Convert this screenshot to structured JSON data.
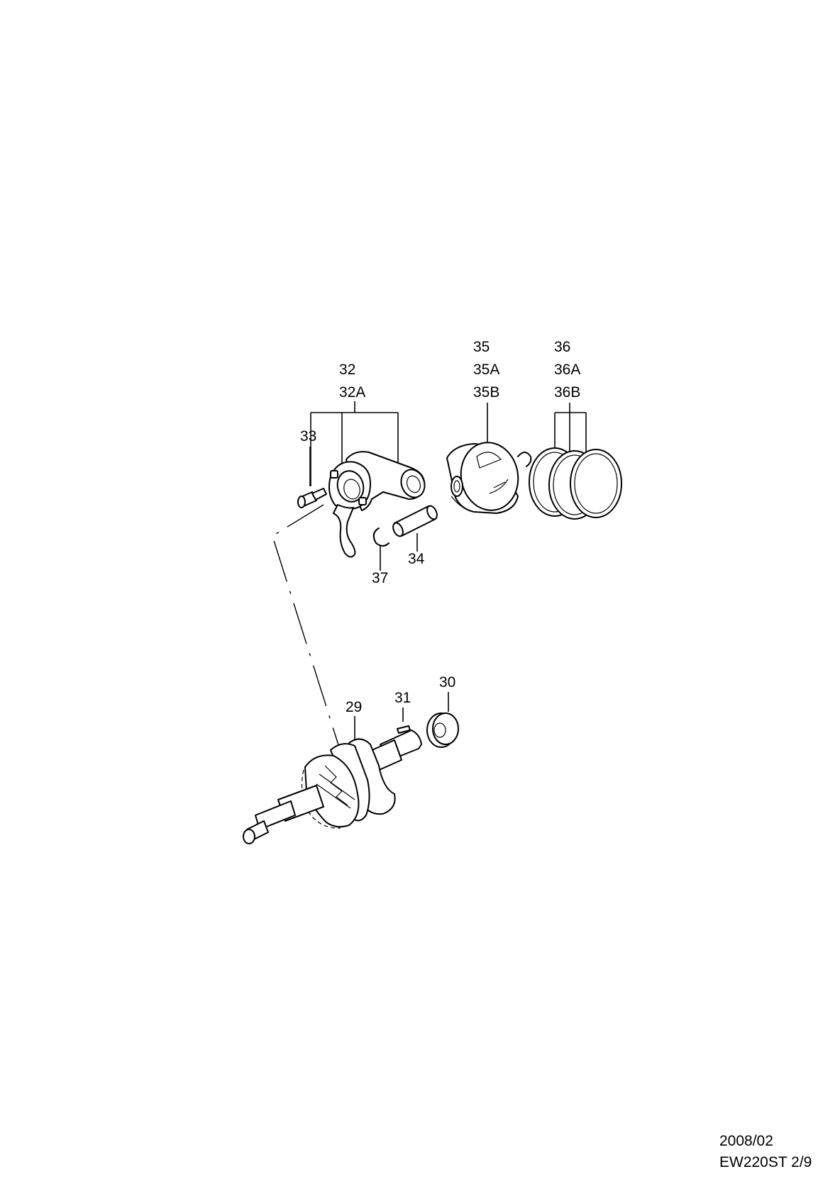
{
  "callouts": {
    "c32": "32",
    "c32a": "32A",
    "c33": "33",
    "c35": "35",
    "c35a": "35A",
    "c35b": "35B",
    "c36": "36",
    "c36a": "36A",
    "c36b": "36B",
    "c34": "34",
    "c37": "37",
    "c29": "29",
    "c31": "31",
    "c30": "30"
  },
  "footer": {
    "date": "2008/02",
    "model_page": "EW220ST 2/9"
  }
}
